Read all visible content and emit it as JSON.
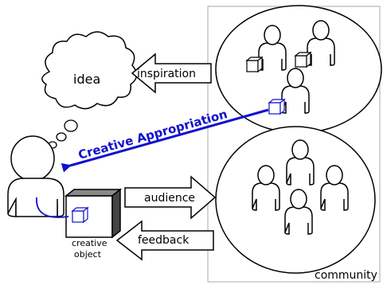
{
  "labels": {
    "idea": "idea",
    "inspiration": "inspiration",
    "creative_appropriation": "Creative Appropriation",
    "audience": "audience",
    "feedback": "feedback",
    "creative_object_line1": "creative",
    "creative_object_line2": "object",
    "community": "community"
  },
  "colors": {
    "stroke": "#000000",
    "box_border": "#aaaaaa",
    "appropriation_blue": "#1010cc",
    "person_fill": "#ffffff",
    "cube_dark": "#444444"
  }
}
